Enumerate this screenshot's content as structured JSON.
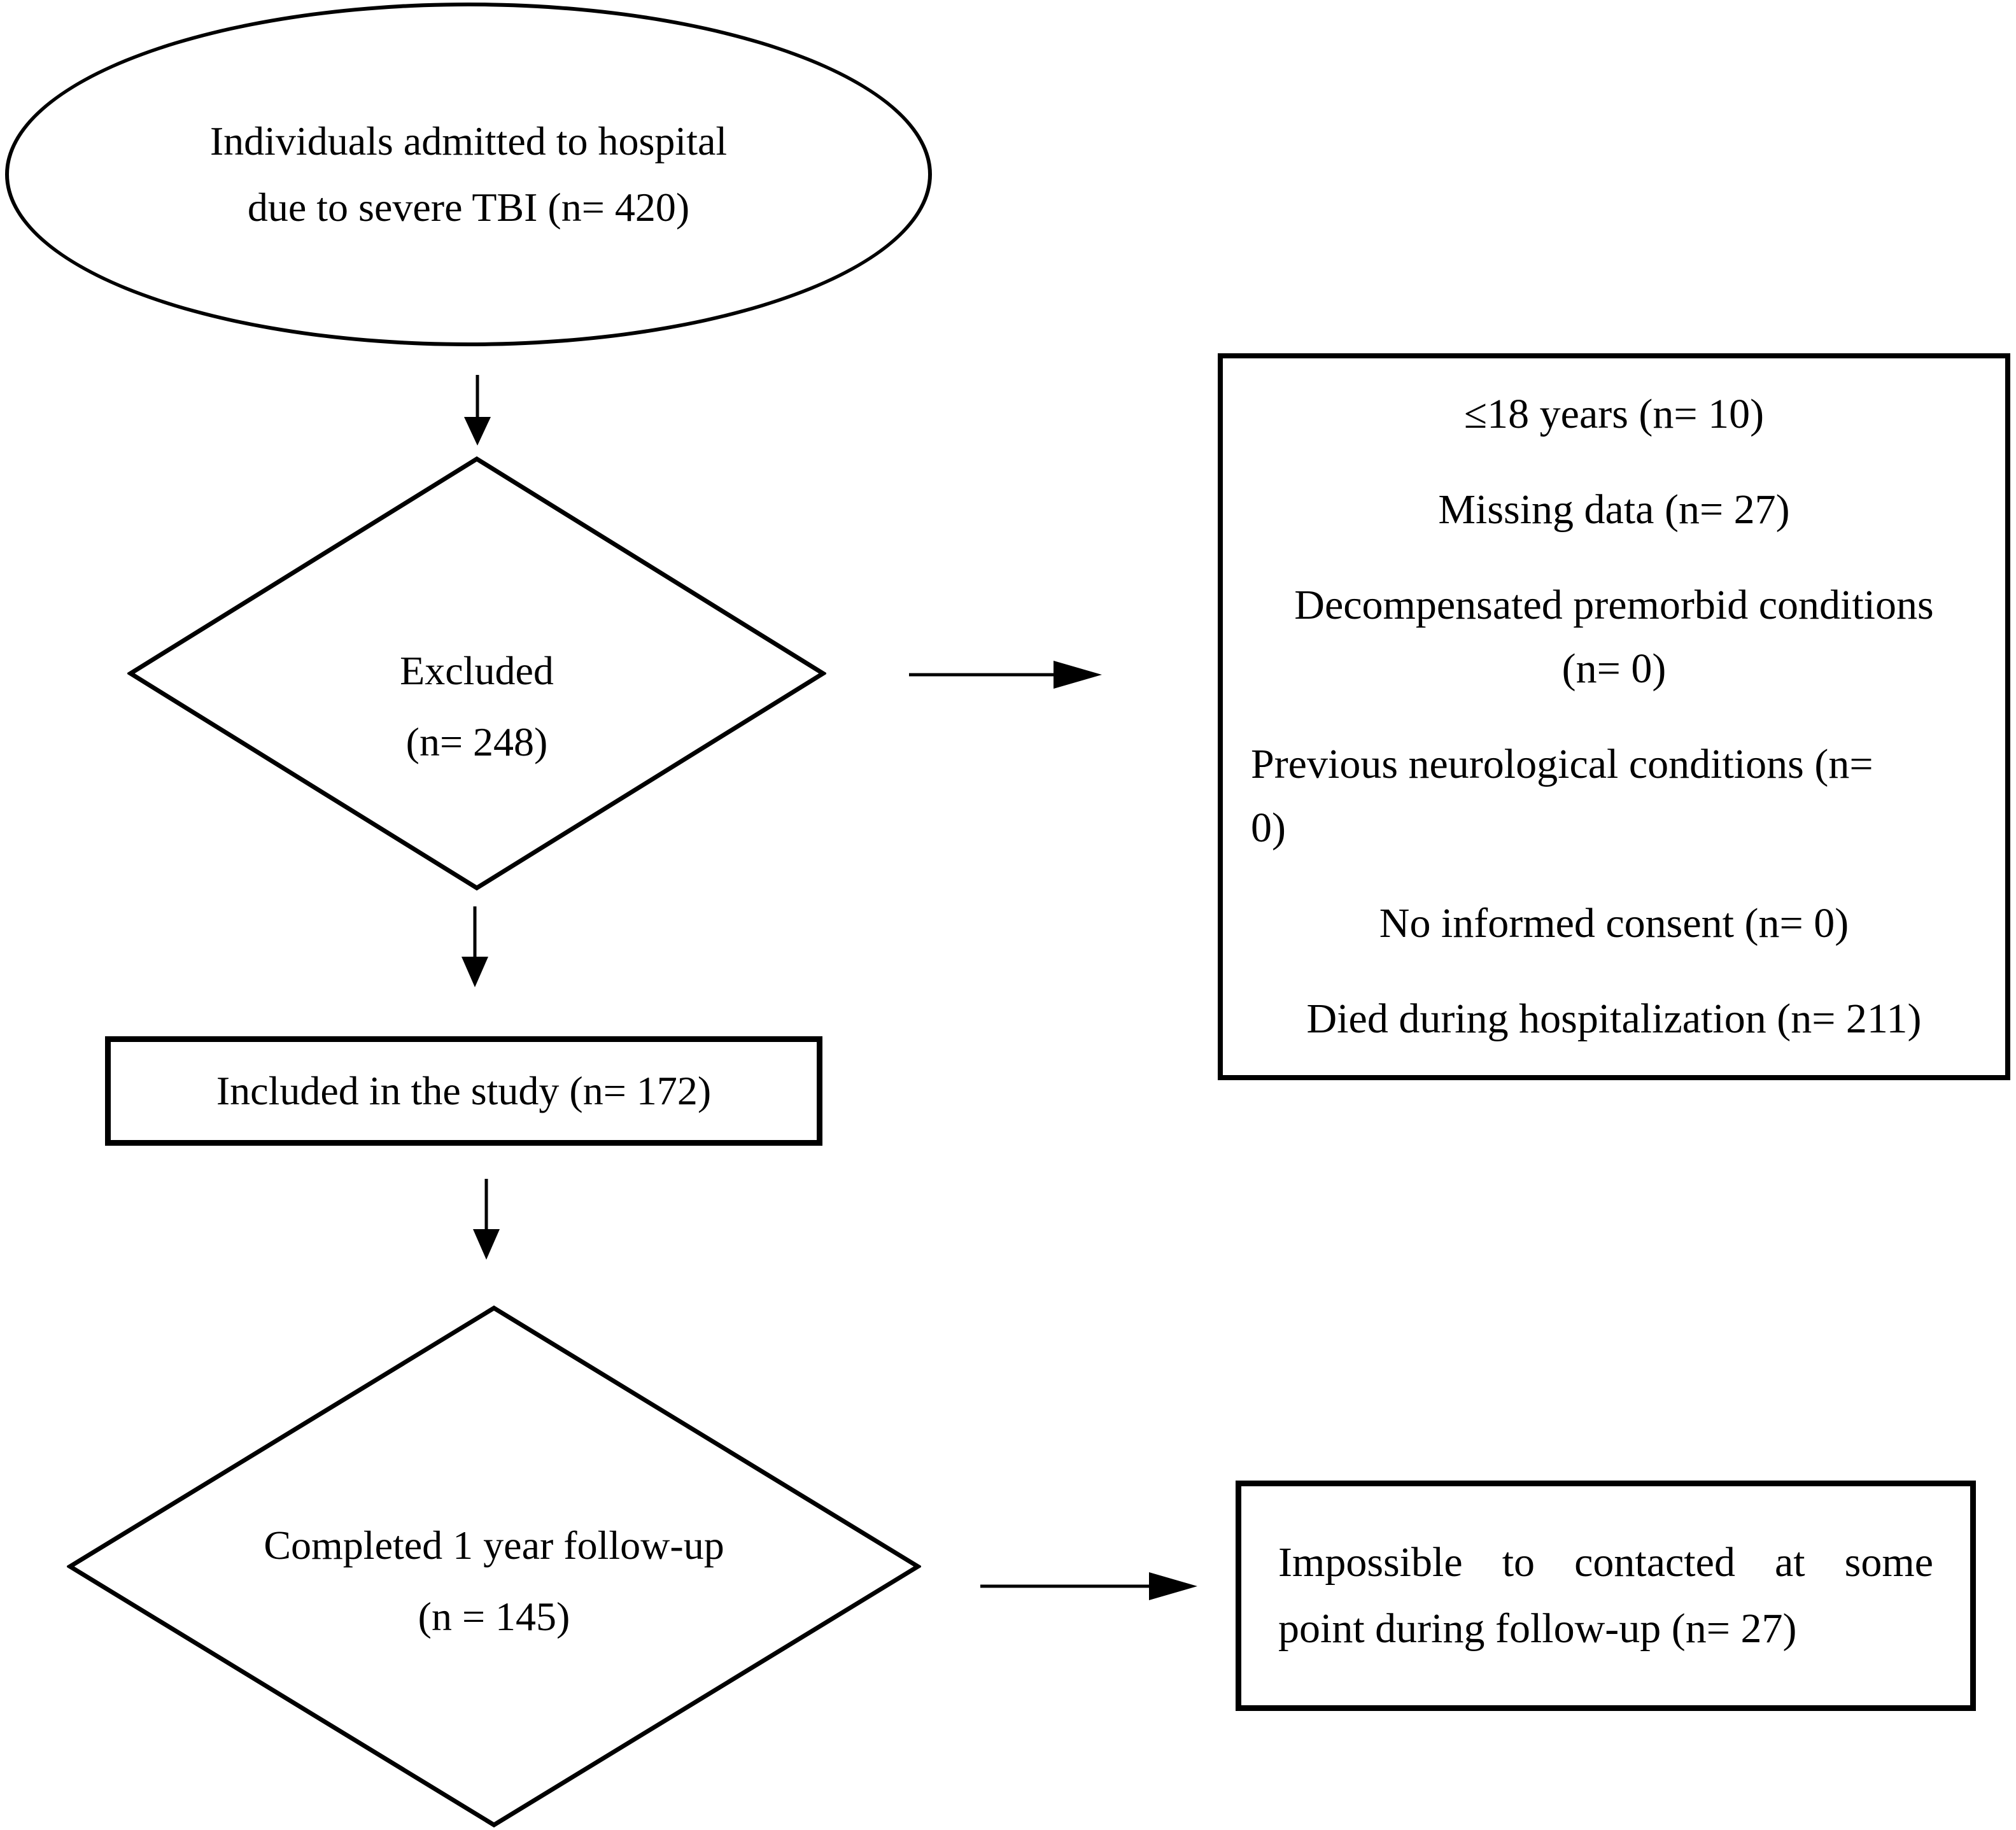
{
  "figure": {
    "type": "flowchart",
    "description": "Participant flow diagram for a severe TBI study"
  },
  "colors": {
    "ink": "#000000",
    "paper": "#ffffff"
  },
  "admitted": {
    "line1": "Individuals admitted to hospital",
    "line2": "due to severe TBI (n= 420)"
  },
  "excluded": {
    "line1": "Excluded",
    "line2": "(n= 248)"
  },
  "exclusion_box": {
    "items": [
      {
        "line1": "≤18 years (n= 10)"
      },
      {
        "line1": "Missing data (n= 27)"
      },
      {
        "line1": "Decompensated premorbid conditions",
        "line2": "(n= 0)"
      },
      {
        "line1": "Previous neurological conditions (n=",
        "line2": "0)"
      },
      {
        "line1": "No informed consent (n= 0)"
      },
      {
        "line1": "Died during hospitalization (n= 211)"
      }
    ]
  },
  "included": {
    "label": "Included in the study (n= 172)"
  },
  "followup": {
    "line1": "Completed 1 year follow-up",
    "line2": "(n = 145)"
  },
  "not_contacted": {
    "line1": "Impossible to contacted at some",
    "line2": "point during follow-up (n= 27)"
  }
}
